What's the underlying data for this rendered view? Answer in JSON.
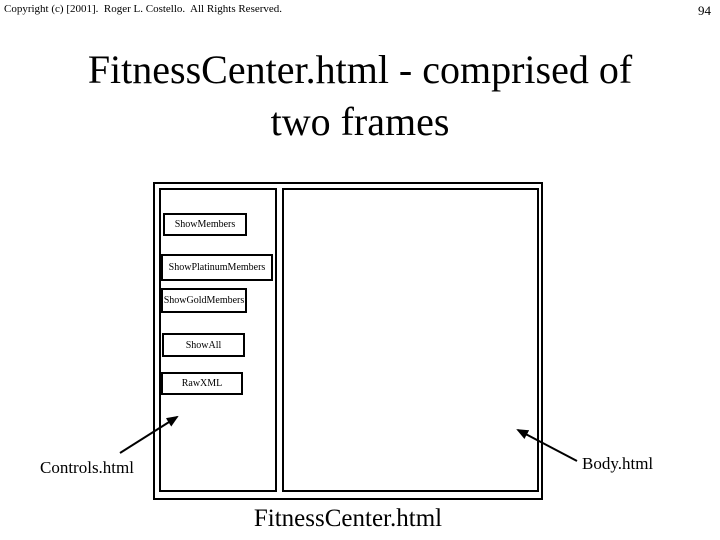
{
  "page": {
    "copyright": "Copyright (c) [2001].  Roger L. Costello.  All Rights Reserved.",
    "page_number": "94",
    "title": "FitnessCenter.html - comprised of two frames"
  },
  "diagram": {
    "frameset_caption": "FitnessCenter.html",
    "left_frame_label": "Controls.html",
    "right_frame_label": "Body.html",
    "buttons": [
      "ShowMembers",
      "ShowPlatinumMembers",
      "ShowGoldMembers",
      "ShowAll",
      "RawXML"
    ]
  },
  "colors": {
    "background": "#ffffff",
    "line": "#000000",
    "text": "#000000"
  }
}
